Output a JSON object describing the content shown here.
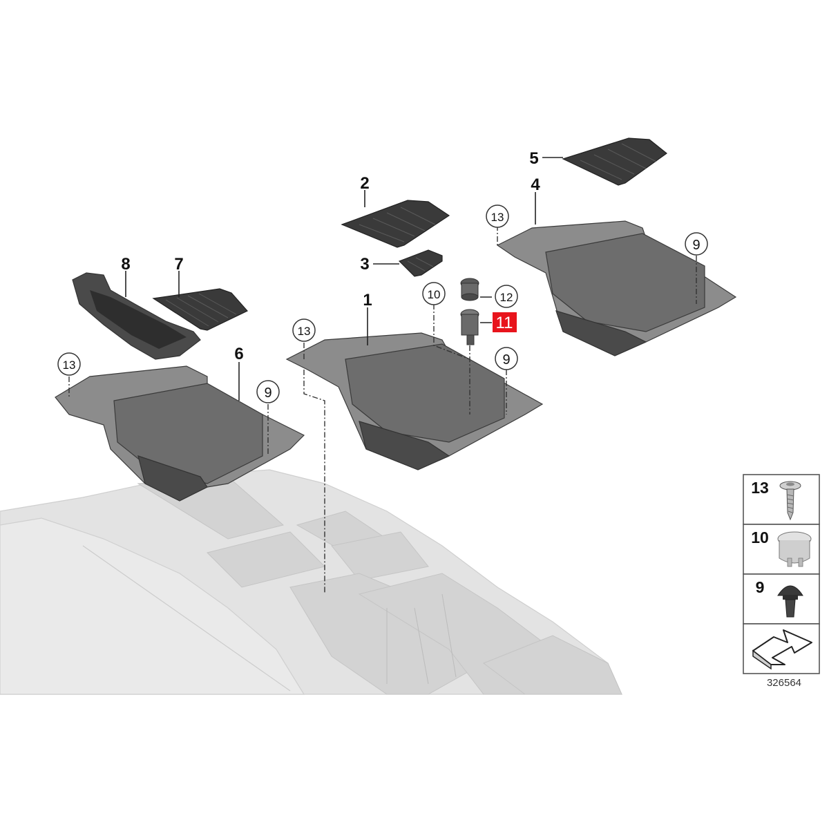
{
  "callouts": {
    "c1": "1",
    "c2": "2",
    "c3": "3",
    "c4": "4",
    "c5": "5",
    "c6": "6",
    "c7": "7",
    "c8": "8",
    "c9a": "9",
    "c9b": "9",
    "c9c": "9",
    "c10": "10",
    "c11": "11",
    "c12": "12",
    "c13a": "13",
    "c13b": "13",
    "c13c": "13"
  },
  "legend": {
    "item13": "13",
    "item10": "10",
    "item9": "9"
  },
  "reference_number": "326564",
  "colors": {
    "highlight": "#e8141c",
    "part_dark": "#4a4a4a",
    "console_light": "#e3e3e3"
  },
  "icons": {
    "legend_arrow": "isometric-arrow-icon",
    "screw": "screw-icon",
    "cap": "cap-icon",
    "clip": "expansion-clip-icon"
  }
}
